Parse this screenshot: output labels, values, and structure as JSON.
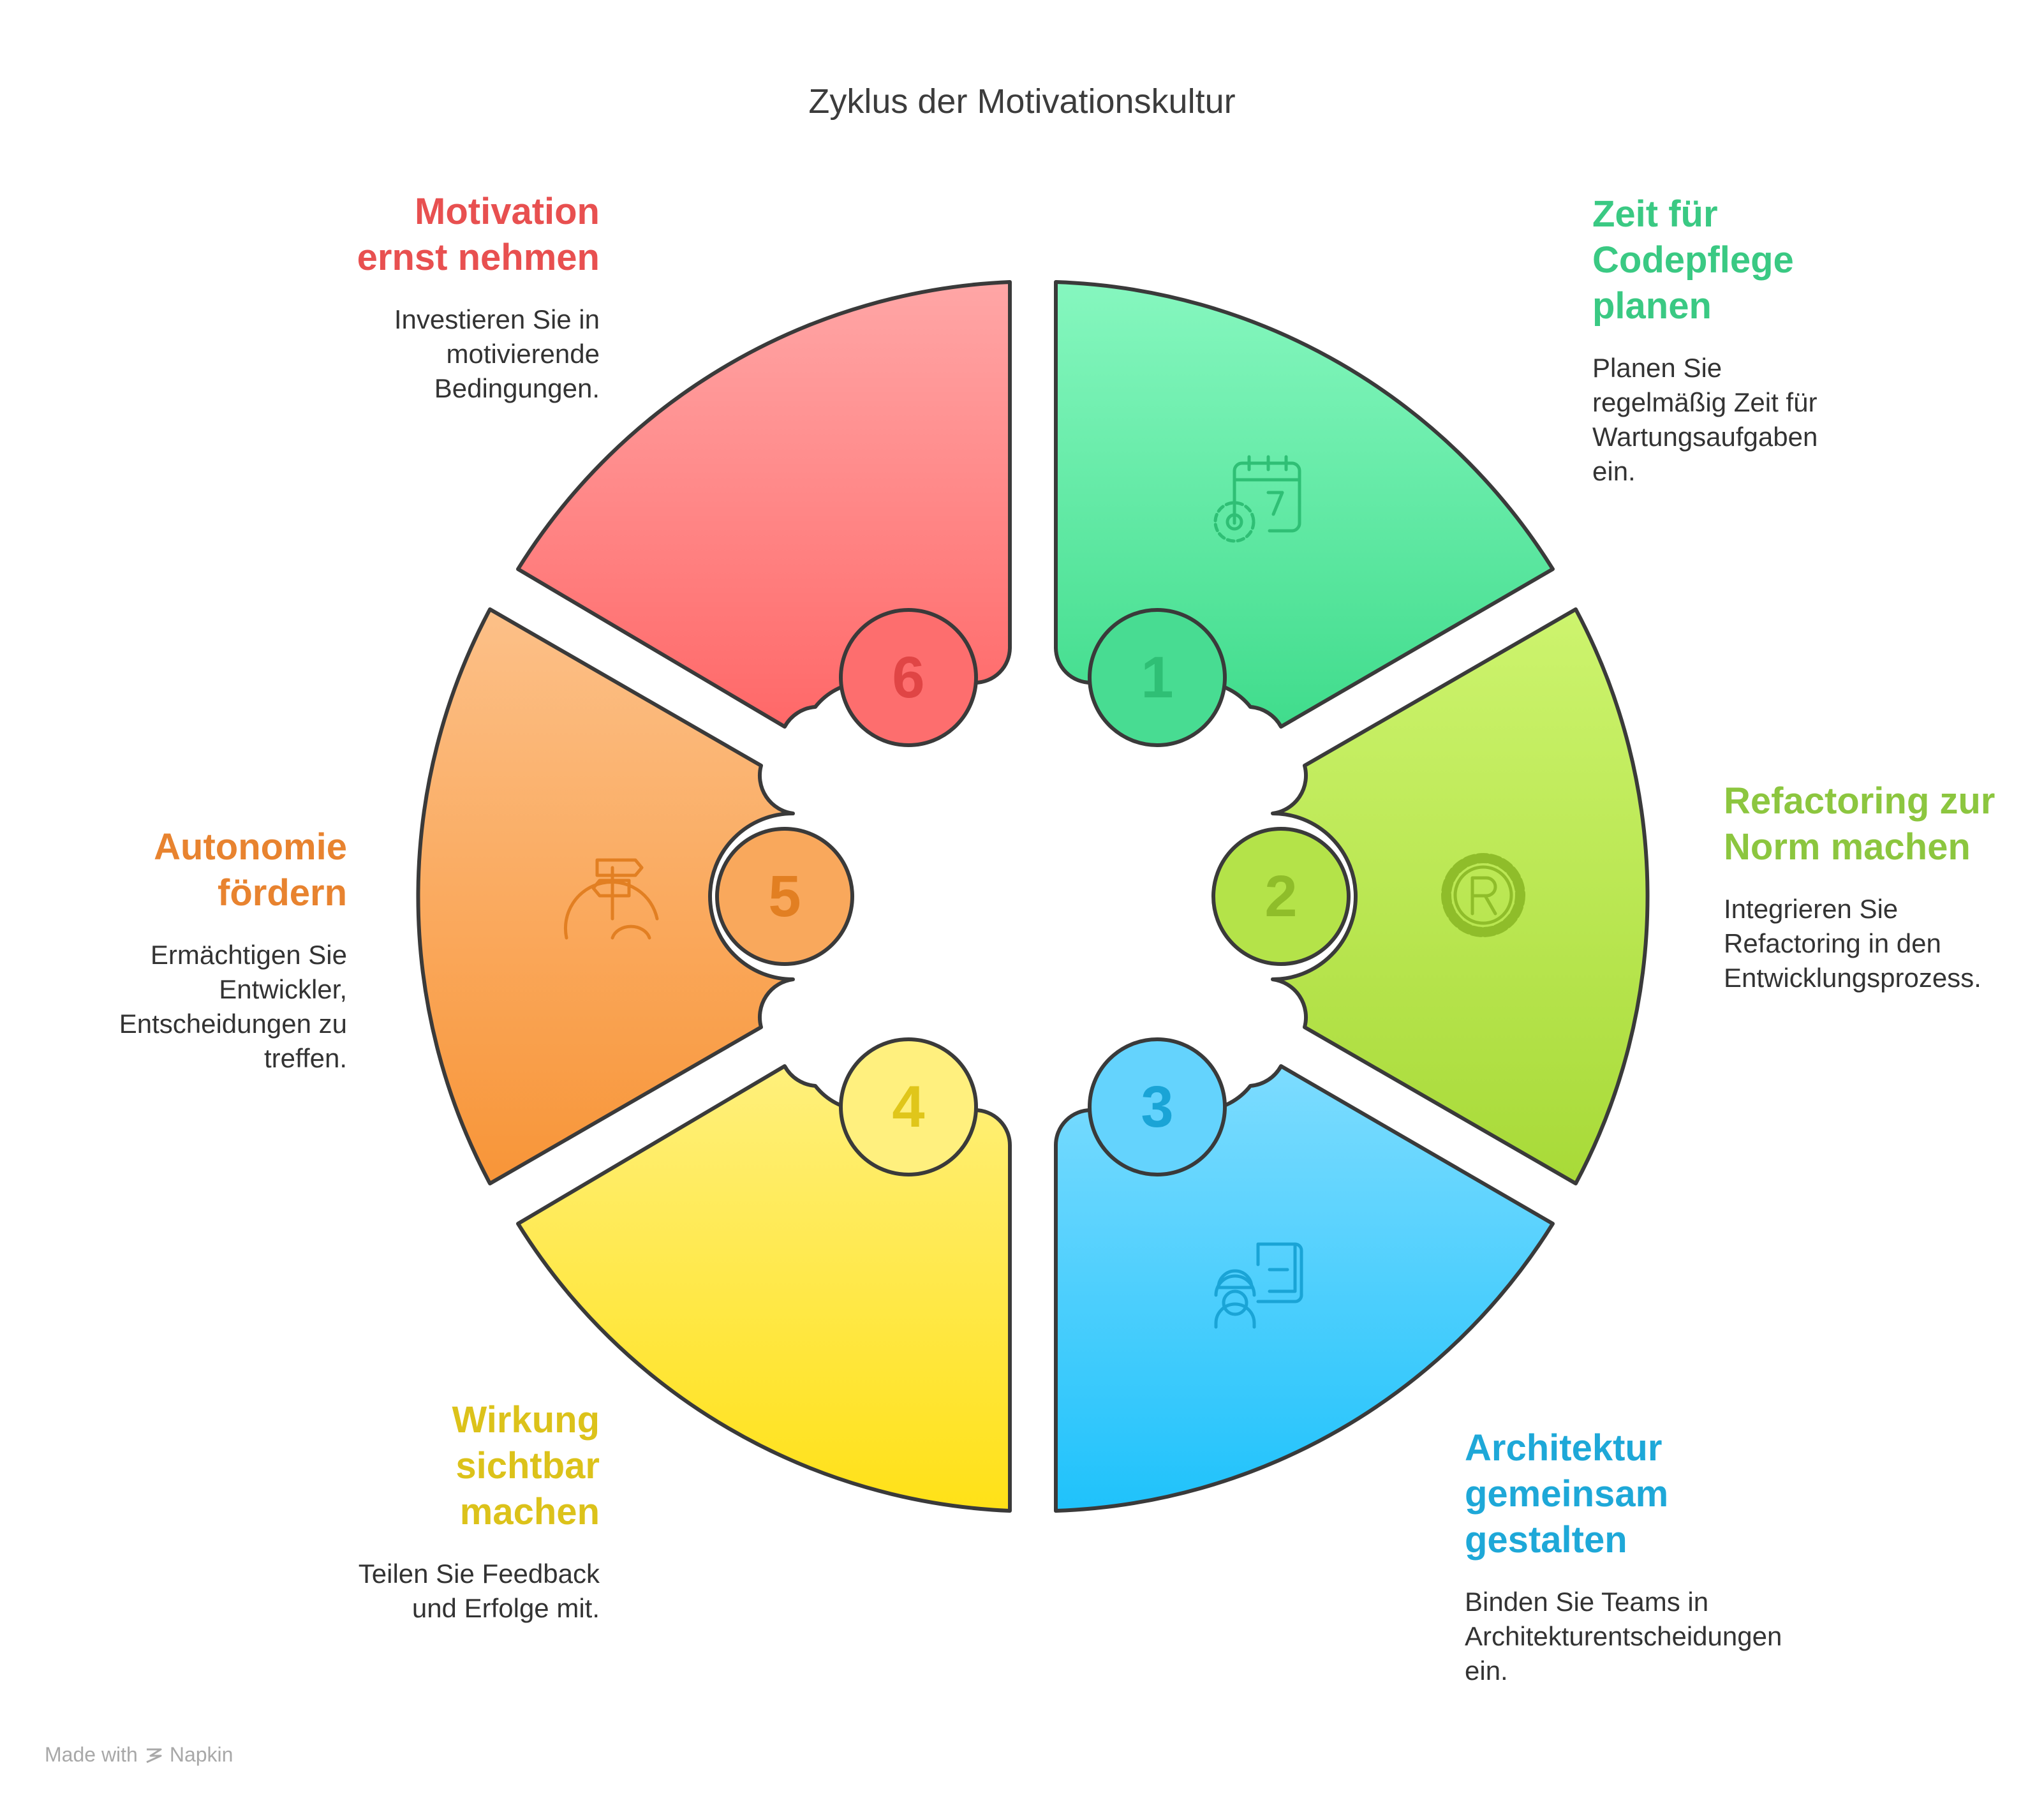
{
  "title": "Zyklus der Motivationskultur",
  "segments": [
    {
      "number": "1",
      "title": [
        "Zeit für",
        "Codepflege",
        "planen"
      ],
      "description": [
        "Planen Sie",
        "regelmäßig Zeit für",
        "Wartungsaufgaben",
        "ein."
      ],
      "color": "#3fd98b",
      "icon": "calendar-gear-icon"
    },
    {
      "number": "2",
      "title": [
        "Refactoring zur",
        "Norm machen"
      ],
      "description": [
        "Integrieren Sie",
        "Refactoring in den",
        "Entwicklungsprozess."
      ],
      "color": "#8cc63f",
      "icon": "gear-r-icon"
    },
    {
      "number": "3",
      "title": [
        "Architektur",
        "gemeinsam",
        "gestalten"
      ],
      "description": [
        "Binden Sie Teams in",
        "Architekturentscheidungen",
        "ein."
      ],
      "color": "#1ea8d8",
      "icon": "engineer-blueprint-icon"
    },
    {
      "number": "4",
      "title": [
        "Wirkung",
        "sichtbar",
        "machen"
      ],
      "description": [
        "Teilen Sie Feedback",
        "und Erfolge mit."
      ],
      "color": "#e0c619",
      "icon": ""
    },
    {
      "number": "5",
      "title": [
        "Autonomie",
        "fördern"
      ],
      "description": [
        "Ermächtigen Sie",
        "Entwickler,",
        "Entscheidungen zu",
        "treffen."
      ],
      "color": "#e8832f",
      "icon": "signpost-hill-icon"
    },
    {
      "number": "6",
      "title": [
        "Motivation",
        "ernst nehmen"
      ],
      "description": [
        "Investieren Sie in",
        "motivierende",
        "Bedingungen."
      ],
      "color": "#e85050",
      "icon": ""
    }
  ],
  "footer": {
    "text_before": "Made with",
    "brand": "Napkin"
  }
}
